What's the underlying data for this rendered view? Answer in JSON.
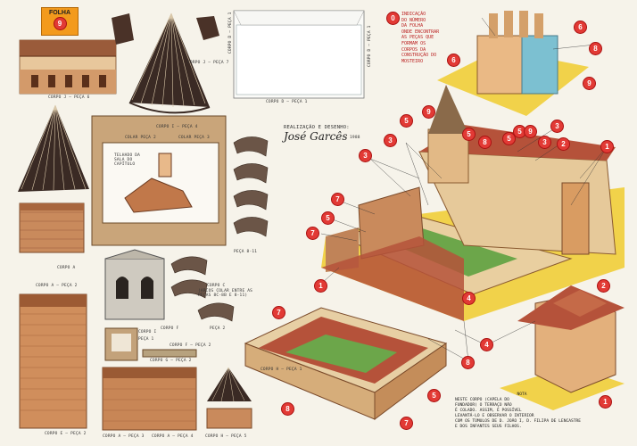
{
  "sheet": {
    "folha_label": "FOLHA",
    "folha_number": "9"
  },
  "credits": {
    "line1": "REALIZAÇÃO E DESENHO:",
    "signature": "José Garcês",
    "year": "1988"
  },
  "legend": {
    "marker": "0",
    "text": [
      "INDICAÇÃO",
      "DO NÚMERO",
      "DA FOLHA",
      "ONDE ENCONTRAR",
      "AS PEÇAS QUE",
      "FORMAM OS",
      "CORPOS DA",
      "CONSTRUÇÃO DO",
      "MOSTEIRO"
    ]
  },
  "note": {
    "title": "NOTA",
    "lines": [
      "NESTE CORPO (CAPELA DO",
      "FUNDADOR) O TERRAÇO NÃO",
      "É COLADO. ASSIM, É POSSÍVEL",
      "LEVANTÁ-LO E OBSERVAR O INTERIOR",
      "COM OS TÚMULOS DE D. JOÃO I, D. FILIPA DE LENCASTRE",
      "E DOS INFANTES SEUS FILHOS."
    ]
  },
  "part_labels": {
    "corpo_j_peca6": "CORPO J – PEÇA 6",
    "corpo_j_peca7": "CORPO J – PEÇA 7",
    "corpo_d_peca1": "CORPO D – PEÇA 1",
    "corpo_d_peca1_side_a": "CORPO D – PEÇA 1",
    "corpo_d_peca1_side_b": "CORPO D – PEÇA 1",
    "corpo_i_peca4": "CORPO I – PEÇA 4",
    "telhado_capitulo": "TELHADO DA SALA DO CAPÍTULO",
    "colar_peca2": "COLAR PEÇA 2",
    "colar_peca3": "COLAR PEÇA 3",
    "corpo_c": "CORPO C",
    "corpo_c_note": "(ARCOS COLAR ENTRE AS PEÇAS 8C-8B E 8-11)",
    "peca_8_11": "PEÇA 8-11",
    "corpo_a": "CORPO A",
    "corpo_a_peca2": "CORPO A – PEÇA 2",
    "corpo_e_peca2": "CORPO E – PEÇA 2",
    "corpo_i": "CORPO I",
    "peca_1": "PEÇA 1",
    "corpo_g_peca2": "CORPO G – PEÇA 2",
    "corpo_f_peca2": "CORPO F – PEÇA 2",
    "corpo_f": "CORPO F",
    "peca_2": "PEÇA 2",
    "corpo_a_peca3": "CORPO A – PEÇA 3",
    "corpo_a_peca4": "CORPO A – PEÇA 4",
    "corpo_h_peca5": "CORPO H – PEÇA 5",
    "corpo_h_peca1": "CORPO H – PEÇA 1"
  },
  "callouts": {
    "top_right": [
      "6",
      "8",
      "6",
      "9"
    ],
    "main": [
      "9",
      "5",
      "5",
      "5",
      "5",
      "8",
      "9",
      "3",
      "2",
      "3",
      "3",
      "1",
      "3",
      "7",
      "5",
      "7",
      "4",
      "1",
      "2",
      "4",
      "7",
      "8",
      "8",
      "5",
      "7",
      "1"
    ]
  },
  "colors": {
    "paper": "#f6f3ea",
    "marker_red": "#e23a35",
    "folha_orange": "#f39a1c",
    "roof_red": "#b5523a",
    "stone": "#e6c99a",
    "garden_green": "#6ca64a",
    "ground_yellow": "#f1d24a"
  }
}
